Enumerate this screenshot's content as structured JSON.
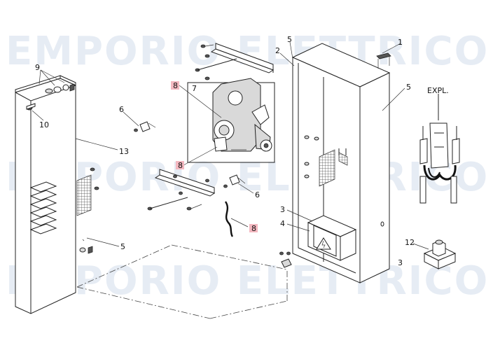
{
  "watermark": {
    "row1": "EMPORIO ELETTRICO",
    "row2": "EMPORIO ELETTRICO",
    "row3": "EMPORIO ELETTRICO"
  },
  "colors": {
    "highlight": "#f4b8c0",
    "line": "#222222",
    "watermark": "#e6ecf4"
  },
  "labels": {
    "l1": "1",
    "l2": "2",
    "l3": "3",
    "l4": "4",
    "l5_top": "5",
    "l5_right": "5",
    "l5_door": "5",
    "l6_upper": "6",
    "l6_lower": "6",
    "l7": "7",
    "l8_top": "8",
    "l8_mid": "8",
    "l8_cable": "8",
    "l9": "9",
    "l10": "10",
    "l12": "12",
    "l13": "13",
    "expl": "EXPL."
  }
}
